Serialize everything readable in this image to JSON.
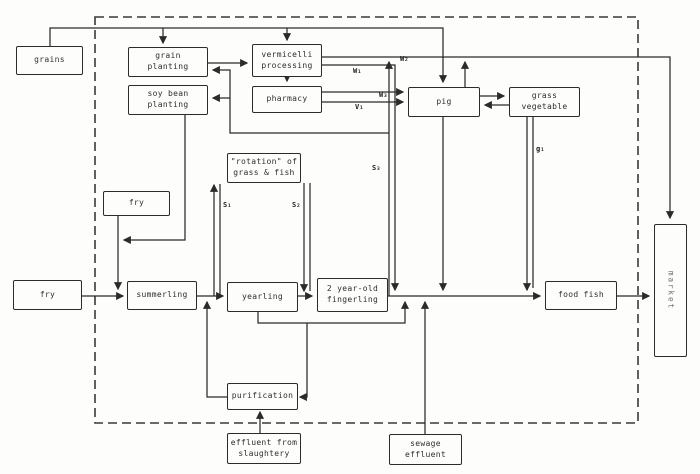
{
  "diagram": {
    "boxes": {
      "grains": {
        "label": "grains"
      },
      "grain_planting": {
        "label": "grain\nplanting"
      },
      "vermicelli": {
        "label": "vermicelli\nprocessing"
      },
      "pharmacy": {
        "label": "pharmacy"
      },
      "soy_bean": {
        "label": "soy bean\nplanting"
      },
      "rotation": {
        "label": "\"rotation\" of\ngrass & fish"
      },
      "fry_small": {
        "label": "fry"
      },
      "pig": {
        "label": "pig"
      },
      "grass_veg": {
        "label": "grass\nvegetable"
      },
      "fry_outer": {
        "label": "fry"
      },
      "summerling": {
        "label": "summerling"
      },
      "yearling": {
        "label": "yearling"
      },
      "two_year": {
        "label": "2 year-old\nfingerling"
      },
      "purification": {
        "label": "purification"
      },
      "effluent_sl": {
        "label": "effluent from\nslaughtery"
      },
      "food_fish": {
        "label": "food fish"
      },
      "sewage": {
        "label": "sewage\neffluent"
      },
      "market": {
        "label": "market"
      }
    },
    "flow_labels": {
      "w1": "W₁",
      "w2": "W₂",
      "w3": "W₃",
      "v1": "V₁",
      "s1": "S₁",
      "s2": "S₂",
      "s3": "S₃",
      "g1": "g₁"
    },
    "colors": {
      "ink": "#2b2b2b",
      "paper": "#fdfdfb"
    }
  }
}
